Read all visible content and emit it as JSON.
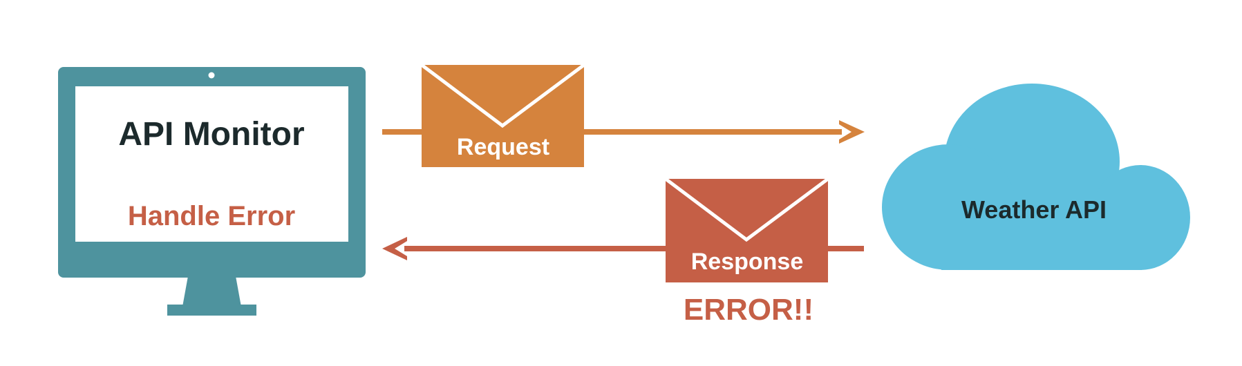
{
  "monitor": {
    "title": "API Monitor",
    "status": "Handle Error",
    "icon": "monitor-icon"
  },
  "request": {
    "label": "Request",
    "icon": "envelope-icon"
  },
  "response": {
    "label": "Response",
    "icon": "envelope-icon",
    "error_text": "ERROR!!"
  },
  "service": {
    "label": "Weather API",
    "icon": "cloud-icon"
  },
  "colors": {
    "monitor": "#4e939e",
    "request": "#d5833d",
    "response": "#c55f46",
    "cloud": "#5fc0de",
    "dark_text": "#1c2a2c",
    "white": "#ffffff"
  }
}
